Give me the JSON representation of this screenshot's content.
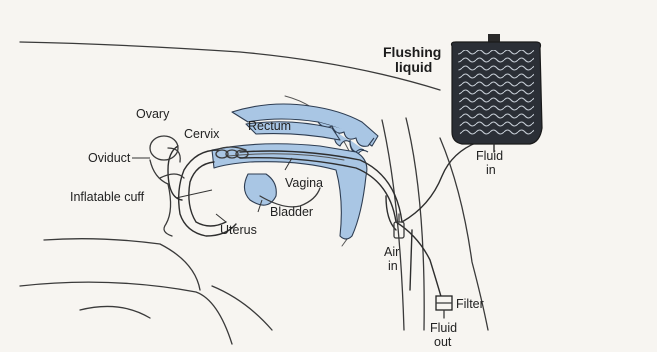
{
  "labels": {
    "ovary": "Ovary",
    "oviduct": "Oviduct",
    "cervix": "Cervix",
    "rectum": "Rectum",
    "inflatable_cuff": "Inflatable cuff",
    "vagina": "Vagina",
    "bladder": "Bladder",
    "uterus": "Uterus",
    "flushing_liquid_line1": "Flushing",
    "flushing_liquid_line2": "liquid",
    "fluid_in_line1": "Fluid",
    "fluid_in_line2": "in",
    "air_in_line1": "Air",
    "air_in_line2": "in",
    "filter": "Filter",
    "fluid_out_line1": "Fluid",
    "fluid_out_line2": "out"
  },
  "colors": {
    "tissue": "#a9c6e4",
    "paper": "#f7f5f1"
  }
}
